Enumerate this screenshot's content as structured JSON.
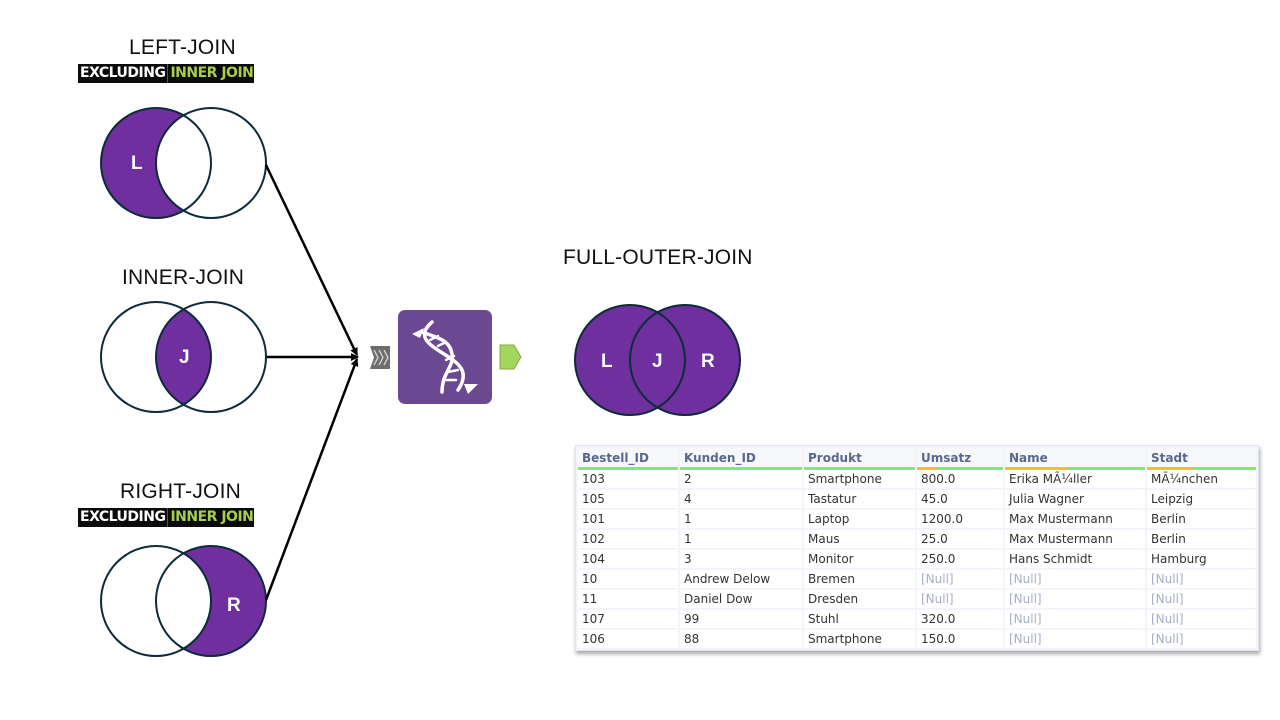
{
  "diagram": {
    "left_join": {
      "title": "LEFT-JOIN",
      "badge_excluding": "EXCLUDING",
      "badge_inner": "INNER JOIN",
      "label": "L"
    },
    "inner_join": {
      "title": "INNER-JOIN",
      "label": "J"
    },
    "right_join": {
      "title": "RIGHT-JOIN",
      "badge_excluding": "EXCLUDING",
      "badge_inner": "INNER JOIN",
      "label": "R"
    },
    "full_outer_join": {
      "title": "FULL-OUTER-JOIN",
      "labels": [
        "L",
        "J",
        "R"
      ]
    },
    "tool": {
      "icon": "dna-icon",
      "input_anchor": "input-chevron-icon",
      "output_anchor": "output-arrow-icon"
    },
    "colors": {
      "venn_fill": "#6f2f9e",
      "venn_stroke": "#0d2b3a",
      "tool_bg": "#6a4892",
      "badge_bg": "#0b0b0b",
      "badge_accent": "#a6cf4e",
      "output_anchor": "#a4d65e",
      "input_anchor": "#6d6d6d"
    }
  },
  "results_table": {
    "columns": [
      "Bestell_ID",
      "Kunden_ID",
      "Produkt",
      "Umsatz",
      "Name",
      "Stadt"
    ],
    "rows": [
      [
        "103",
        "2",
        "Smartphone",
        "800.0",
        "Erika MÃ¼ller",
        "MÃ¼nchen"
      ],
      [
        "105",
        "4",
        "Tastatur",
        "45.0",
        "Julia Wagner",
        "Leipzig"
      ],
      [
        "101",
        "1",
        "Laptop",
        "1200.0",
        "Max Mustermann",
        "Berlin"
      ],
      [
        "102",
        "1",
        "Maus",
        "25.0",
        "Max Mustermann",
        "Berlin"
      ],
      [
        "104",
        "3",
        "Monitor",
        "250.0",
        "Hans Schmidt",
        "Hamburg"
      ],
      [
        "10",
        "Andrew Delow",
        "Bremen",
        "[Null]",
        "[Null]",
        "[Null]"
      ],
      [
        "11",
        "Daniel Dow",
        "Dresden",
        "[Null]",
        "[Null]",
        "[Null]"
      ],
      [
        "107",
        "99",
        "Stuhl",
        "320.0",
        "[Null]",
        "[Null]"
      ],
      [
        "106",
        "88",
        "Smartphone",
        "150.0",
        "[Null]",
        "[Null]"
      ]
    ]
  }
}
